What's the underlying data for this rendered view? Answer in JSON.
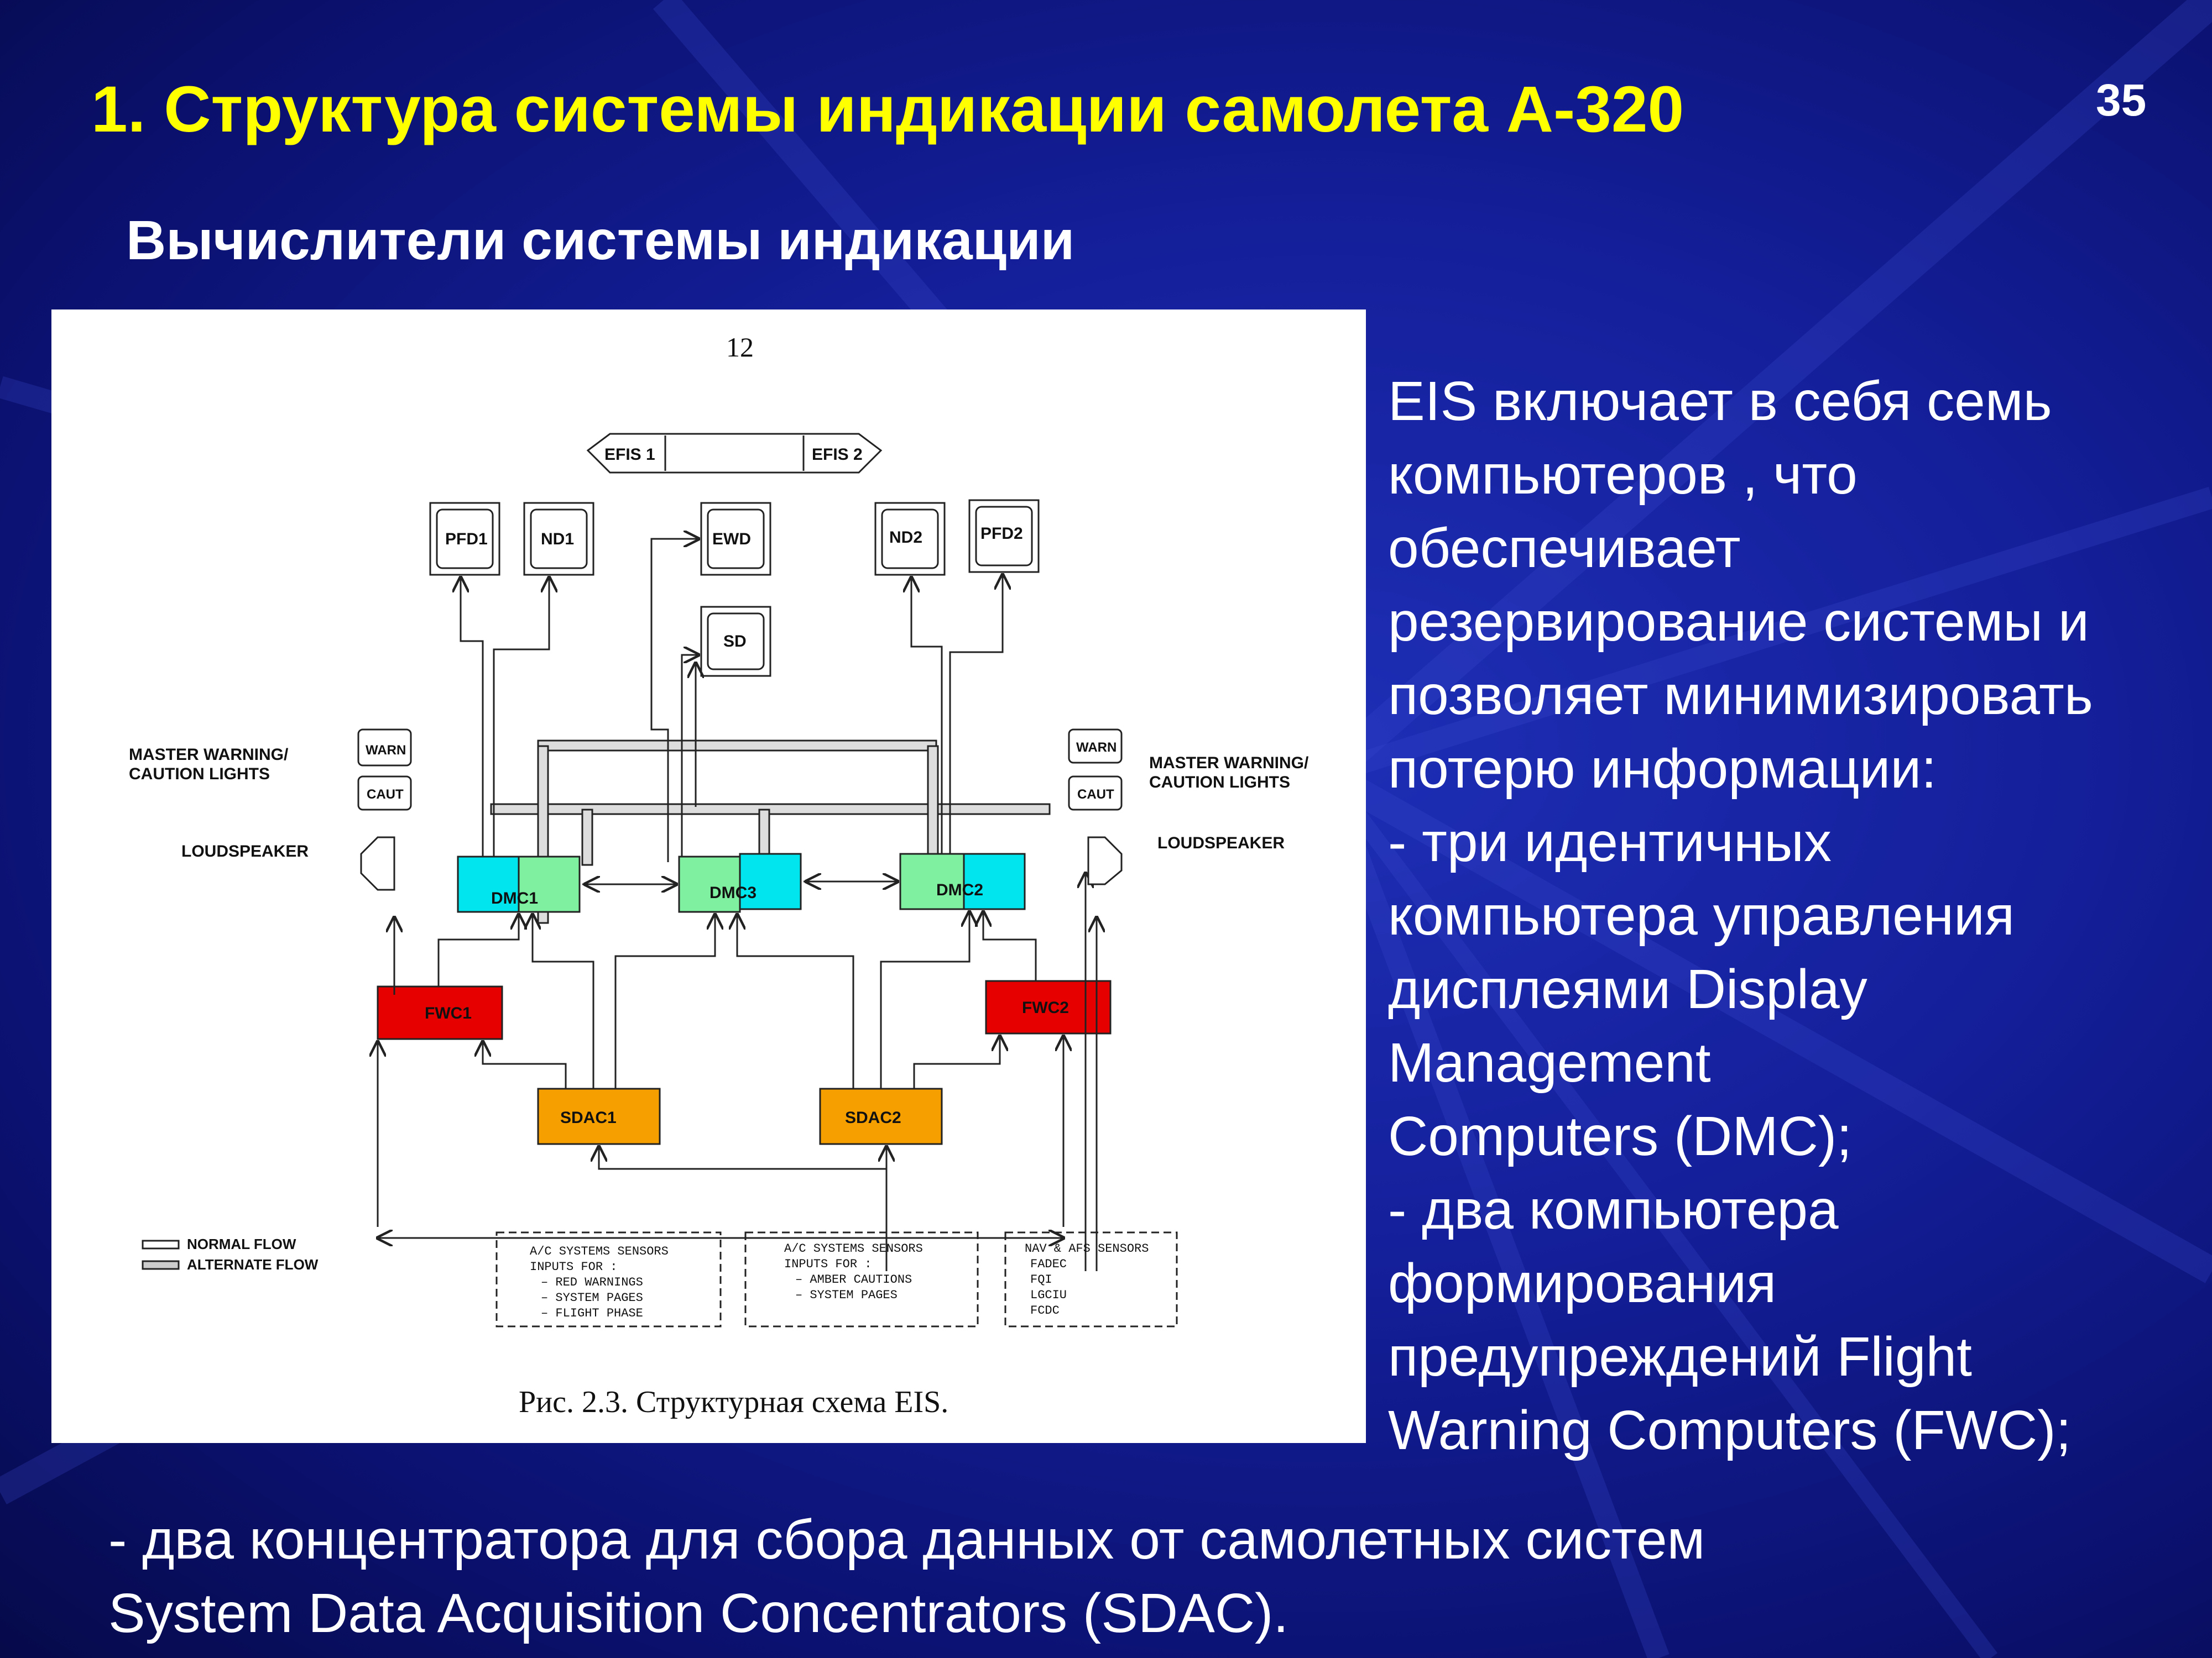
{
  "slide": {
    "title": "1. Структура системы индикации самолета А-320",
    "page_number": "35",
    "subtitle": "Вычислители системы индикации"
  },
  "figure": {
    "page_number": "12",
    "caption": "Рис. 2.3. Структурная схема EIS.",
    "efis": [
      "EFIS 1",
      "EFIS 2"
    ],
    "displays": [
      "PFD1",
      "ND1",
      "EWD",
      "SD",
      "ND2",
      "PFD2"
    ],
    "dmc": [
      "DMC1",
      "DMC3",
      "DMC2"
    ],
    "fwc": [
      "FWC1",
      "FWC2"
    ],
    "sdac": [
      "SDAC1",
      "SDAC2"
    ],
    "warn_label": "WARN",
    "caut_label": "CAUT",
    "master_warning_label": "MASTER WARNING/",
    "caution_lights_label": "CAUTION LIGHTS",
    "loudspeaker_label": "LOUDSPEAKER",
    "legend": [
      "NORMAL FLOW",
      "ALTERNATE FLOW"
    ],
    "sensor_boxes": [
      {
        "lines": [
          "A/C SYSTEMS SENSORS",
          "INPUTS FOR :",
          "– RED WARNINGS",
          "– SYSTEM PAGES",
          "– FLIGHT PHASE"
        ]
      },
      {
        "lines": [
          "A/C SYSTEMS SENSORS",
          "INPUTS FOR :",
          "– AMBER CAUTIONS",
          "– SYSTEM PAGES"
        ]
      },
      {
        "lines": [
          "NAV & AFS SENSORS",
          "FADEC",
          "FQI",
          "LGCIU",
          "FCDC"
        ]
      }
    ],
    "colors": {
      "dmc_cyan": "#00e5ee",
      "dmc_green": "#7ef0a0",
      "fwc_red": "#e60000",
      "sdac_orange": "#f5a000"
    }
  },
  "side_text": [
    "EIS включает в себя семь",
    "компьютеров , что",
    "обеспечивает",
    "резервирование системы и",
    "позволяет минимизировать",
    "потерю информации:",
    "- три идентичных",
    "компьютера управления",
    "дисплеями Display",
    "Management",
    "Computers (DMC);",
    "- два компьютера",
    "формирования",
    "предупреждений Flight",
    "Warning Computers (FWC);"
  ],
  "bottom_text": [
    "- два концентратора для сбора данных от самолетных систем",
    "System Data Acquisition Concentrators (SDAC)."
  ]
}
